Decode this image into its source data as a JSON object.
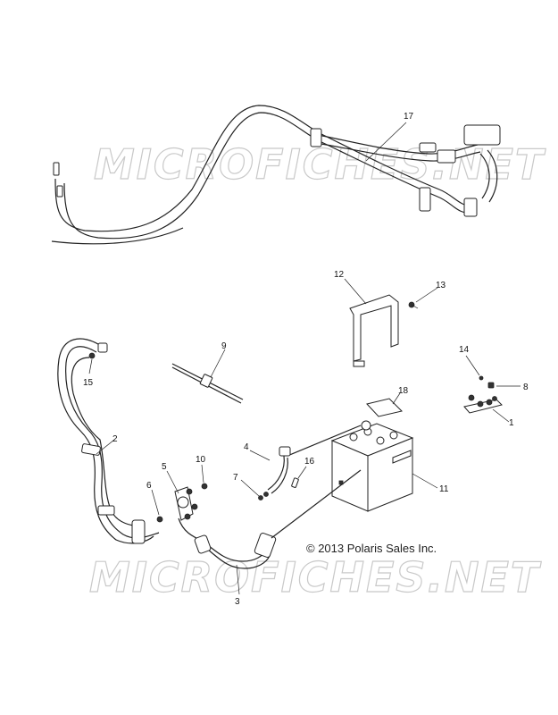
{
  "copyright": "© 2013 Polaris Sales Inc.",
  "watermark": "MICROFICHES.NET",
  "callouts": [
    {
      "id": "c17",
      "label": "17"
    },
    {
      "id": "c12",
      "label": "12"
    },
    {
      "id": "c13",
      "label": "13"
    },
    {
      "id": "c9",
      "label": "9"
    },
    {
      "id": "c15",
      "label": "15"
    },
    {
      "id": "c14",
      "label": "14"
    },
    {
      "id": "c8",
      "label": "8"
    },
    {
      "id": "c18",
      "label": "18"
    },
    {
      "id": "c1",
      "label": "1"
    },
    {
      "id": "c2",
      "label": "2"
    },
    {
      "id": "c4",
      "label": "4"
    },
    {
      "id": "c16",
      "label": "16"
    },
    {
      "id": "c10",
      "label": "10"
    },
    {
      "id": "c5",
      "label": "5"
    },
    {
      "id": "c7",
      "label": "7"
    },
    {
      "id": "c6",
      "label": "6"
    },
    {
      "id": "c11",
      "label": "11"
    },
    {
      "id": "c3",
      "label": "3"
    }
  ]
}
